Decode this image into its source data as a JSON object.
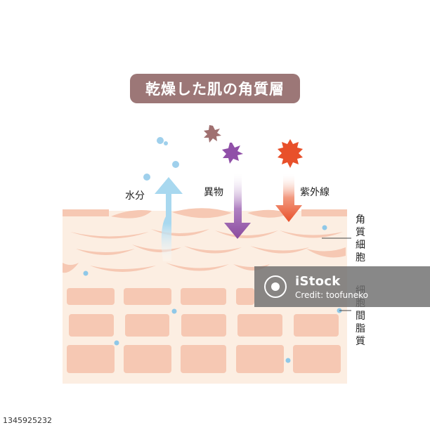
{
  "title": "乾燥した肌の角質層",
  "labels": {
    "moisture": "水分",
    "foreign_matter": "異物",
    "uv": "紫外線",
    "corneocyte": "角質細胞",
    "intercellular_lipid": "細胞間脂質"
  },
  "watermark": {
    "brand": "iStock",
    "credit": "Credit: toofuneko"
  },
  "image_id": "1345925232",
  "colors": {
    "title_bg": "#9c7777",
    "skin_bg": "#fceee2",
    "cell": "#f6c8b3",
    "moisture_arrow": "#a8d8ef",
    "water_drop": "#8fc8e8",
    "foreign_arrow": "#8a4a9e",
    "uv_arrow": "#e8502a",
    "particle_brown": "#a07070",
    "particle_purple": "#9050a8",
    "uv_burst": "#e8502a"
  }
}
